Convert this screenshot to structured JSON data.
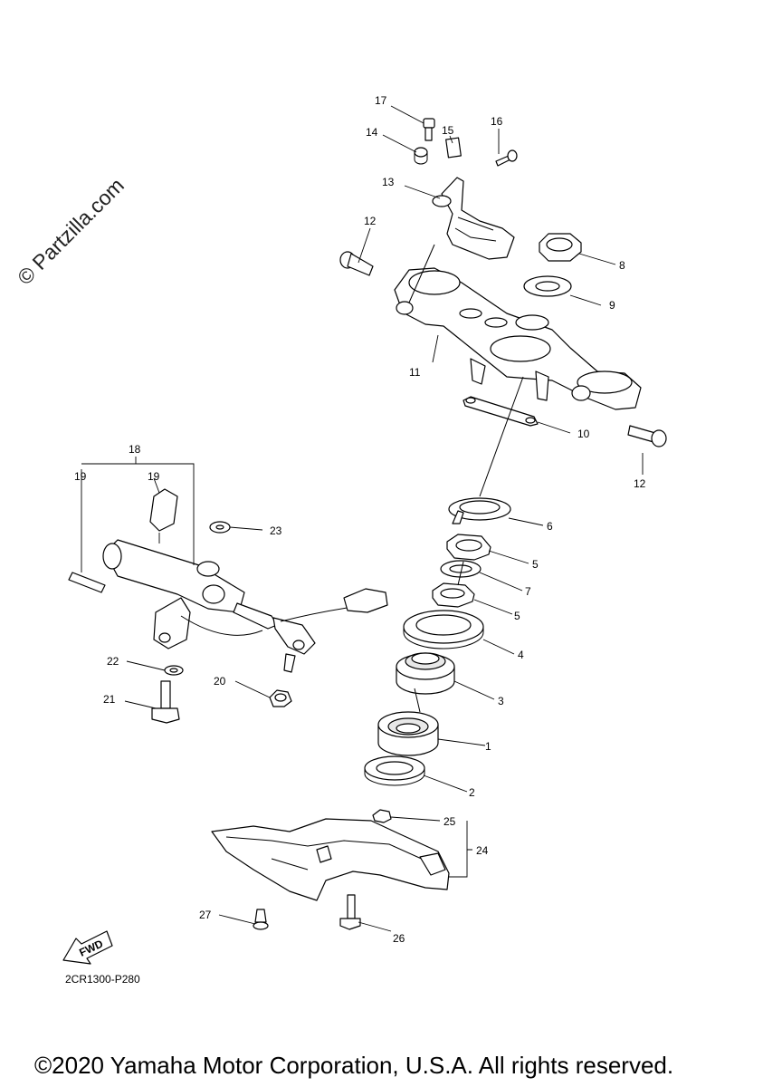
{
  "watermark": "© Partzilla.com",
  "diagram_code": "2CR1300-P280",
  "fwd_label": "FWD",
  "copyright": "©2020 Yamaha Motor Corporation, U.S.A. All rights reserved.",
  "callouts": {
    "c1": "1",
    "c2": "2",
    "c3": "3",
    "c4": "4",
    "c5a": "5",
    "c5b": "5",
    "c6": "6",
    "c7": "7",
    "c8": "8",
    "c9": "9",
    "c10": "10",
    "c11": "11",
    "c12a": "12",
    "c12b": "12",
    "c13": "13",
    "c14": "14",
    "c15": "15",
    "c16": "16",
    "c17": "17",
    "c18": "18",
    "c19a": "19",
    "c19b": "19",
    "c20": "20",
    "c21": "21",
    "c22": "22",
    "c23": "23",
    "c24": "24",
    "c25": "25",
    "c26": "26",
    "c27": "27"
  }
}
